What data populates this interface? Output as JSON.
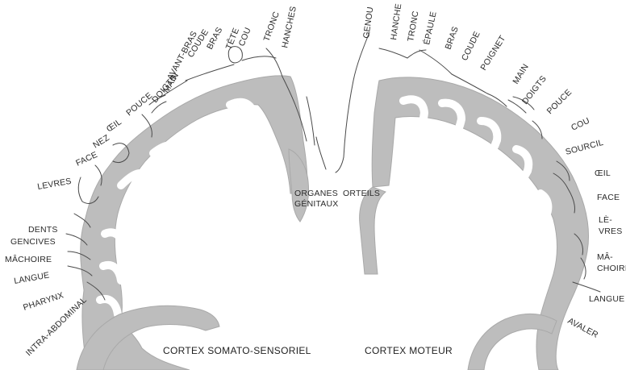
{
  "sensory_cortex": {
    "title": "CORTEX SOMATO-SENSORIEL",
    "labels": {
      "hanches": "HANCHES",
      "tronc": "TRONC",
      "cou": "COU",
      "tete": "TÊTE",
      "bras": "BRAS",
      "coude": "COUDE",
      "avant_bras": "AVANT-BRAS",
      "main": "MAIN",
      "doigts": "DOIGTS",
      "pouce": "POUCE",
      "oeil": "ŒIL",
      "nez": "NEZ",
      "face": "FACE",
      "levres": "LEVRES",
      "dents": "DENTS",
      "gencives": "GENCIVES",
      "machoire": "MÂCHOIRE",
      "langue": "LANGUE",
      "pharynx": "PHARYNX",
      "intra_abdominal": "INTRA-ABDOMINAL",
      "organes_1": "ORGANES",
      "organes_2": "GÉNITAUX"
    }
  },
  "motor_cortex": {
    "title": "CORTEX MOTEUR",
    "labels": {
      "genou": "GENOU",
      "hanche": "HANCHE",
      "tronc": "TRONC",
      "epaule": "ÉPAULE",
      "bras": "BRAS",
      "coude": "COUDE",
      "poignet": "POIGNET",
      "main": "MAIN",
      "doigts": "DOIGTS",
      "pouce": "POUCE",
      "cou": "COU",
      "sourcil": "SOURCIL",
      "oeil": "ŒIL",
      "face": "FACE",
      "levres_1": "LÈ-",
      "levres_2": "VRES",
      "machoires_1": "MÂ-",
      "machoires_2": "CHOIRES",
      "langue": "LANGUE",
      "avaler": "AVALER",
      "orteils": "ORTEILS"
    }
  },
  "colors": {
    "cortex_fill": "#bdbdbd",
    "background": "#ffffff",
    "text": "#2a2a2a"
  }
}
